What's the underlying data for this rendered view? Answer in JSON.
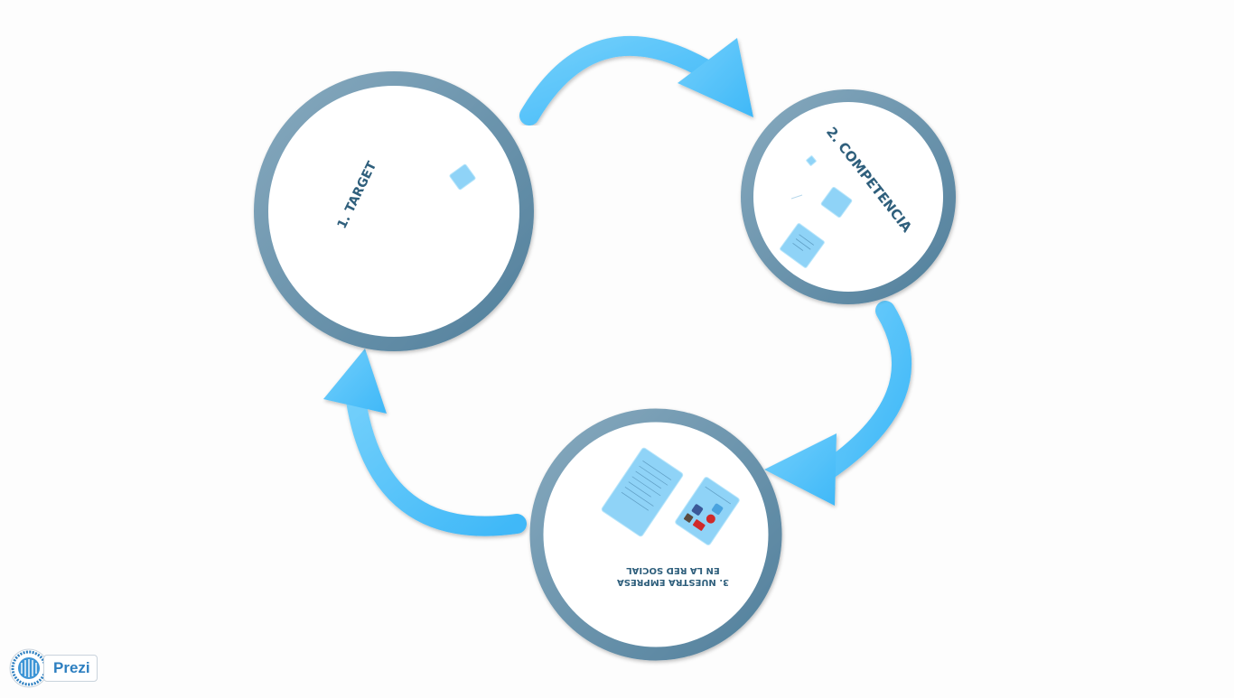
{
  "diagram": {
    "type": "cycle",
    "nodes": [
      {
        "id": "target",
        "label": "1. TARGET"
      },
      {
        "id": "competencia",
        "label": "2. COMPETENCIA"
      },
      {
        "id": "empresa",
        "label_line1": "3. NUESTRA EMPRESA",
        "label_line2": "EN LA RED SOCIAL"
      }
    ],
    "edges": [
      {
        "from": "target",
        "to": "competencia"
      },
      {
        "from": "competencia",
        "to": "empresa"
      },
      {
        "from": "empresa",
        "to": "target"
      }
    ],
    "colors": {
      "ring": "#5f8ea9",
      "arrow": "#5bc4fa",
      "label": "#2f5f7c",
      "card": "#8fd3f7"
    }
  },
  "logo": {
    "text": "Prezi",
    "icon": "prezi-icon"
  }
}
